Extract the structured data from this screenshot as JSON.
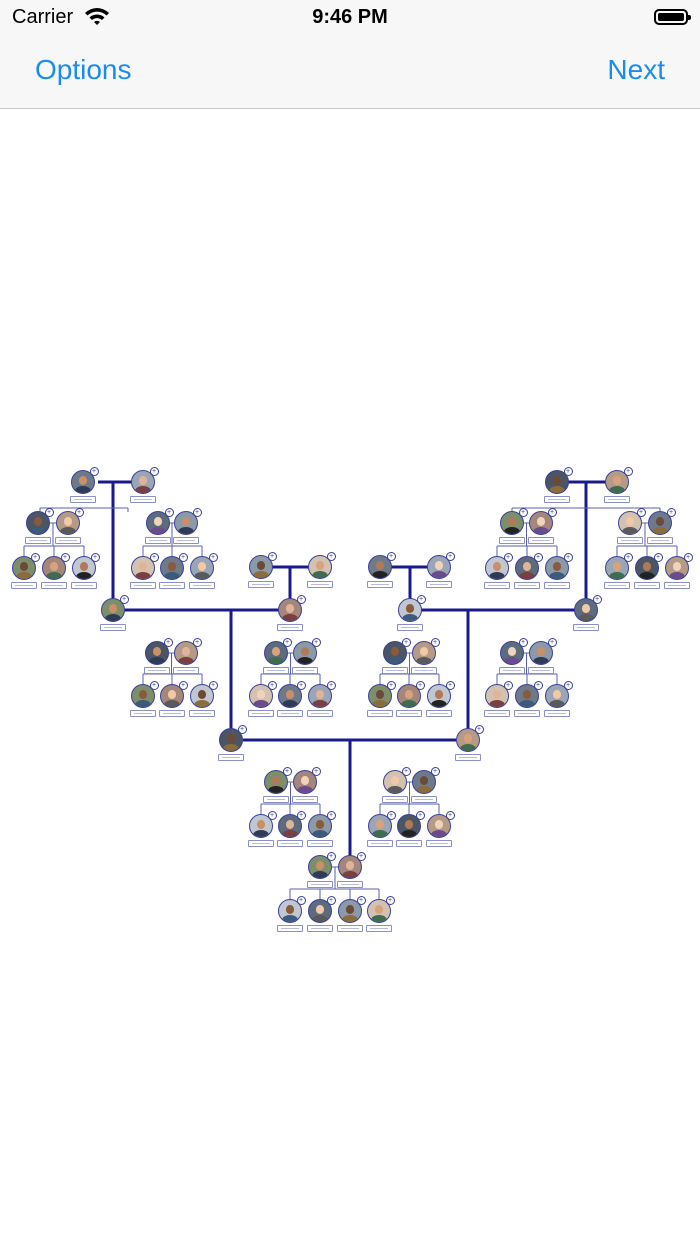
{
  "status_bar": {
    "carrier": "Carrier",
    "time": "9:46 PM",
    "wifi_icon": "wifi-icon",
    "battery_icon": "battery-full-icon"
  },
  "nav": {
    "left_button": "Options",
    "right_button": "Next"
  },
  "colors": {
    "accent": "#1a8cf0",
    "tree_line": "#1a1a8c",
    "thin_line": "#5a5fb0",
    "avatar_border": "#3a3f9a"
  }
}
